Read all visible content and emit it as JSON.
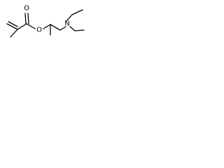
{
  "molecule": {
    "atoms": {
      "ester_oxygen": "O",
      "carbonyl_oxygen": "O",
      "amine_nitrogen": "N"
    }
  },
  "colors": {
    "bond": "#000000",
    "background": "#ffffff"
  }
}
